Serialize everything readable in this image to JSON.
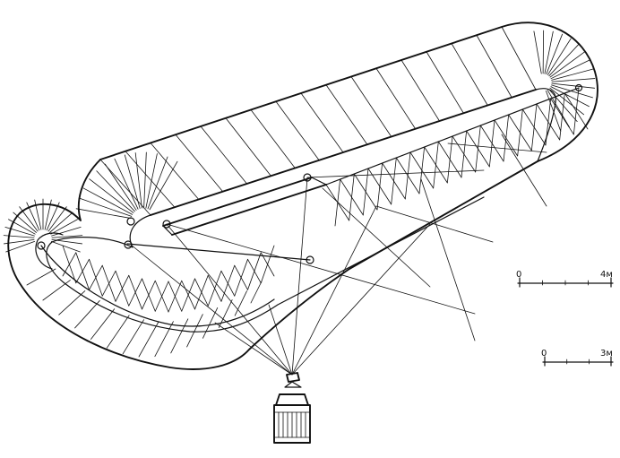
{
  "scale_bars": [
    {
      "start_label": "0",
      "end_label": "4м"
    },
    {
      "start_label": "0",
      "end_label": "3м"
    }
  ],
  "colors": {
    "ink": "#111111",
    "paper": "#ffffff"
  }
}
